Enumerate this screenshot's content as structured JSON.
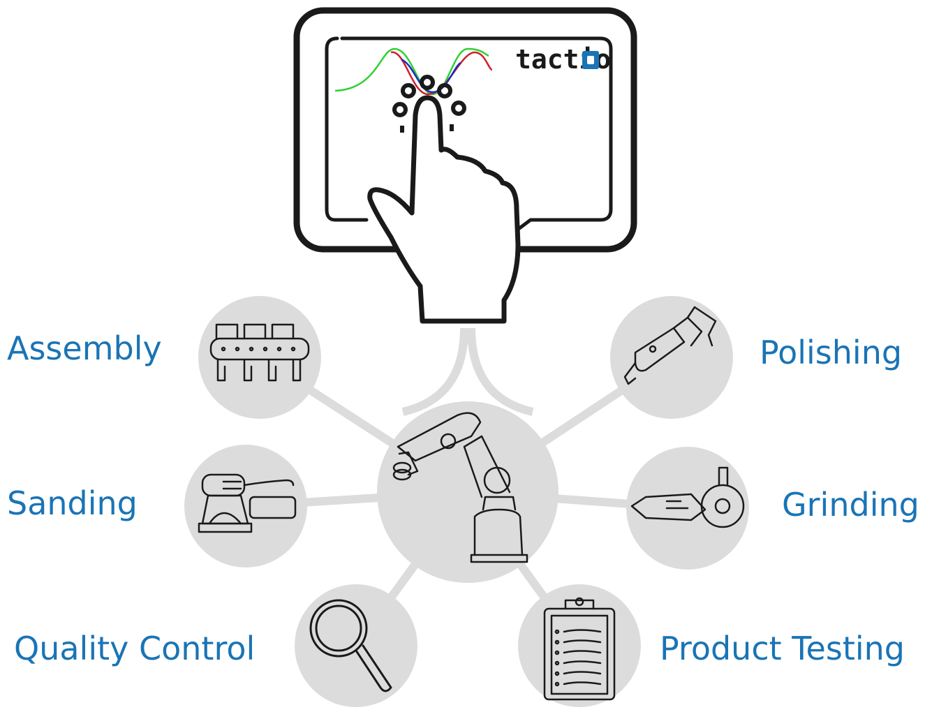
{
  "logo": {
    "text": "tactio",
    "accent_color": "#1a74b5"
  },
  "applications": {
    "assembly": "Assembly",
    "sanding": "Sanding",
    "quality_control": "Quality Control",
    "polishing": "Polishing",
    "grinding": "Grinding",
    "product_testing": "Product Testing"
  },
  "icons": {
    "center": "robot-arm-icon",
    "assembly": "conveyor-belt-icon",
    "sanding": "orbital-sander-icon",
    "quality_control": "magnifying-glass-icon",
    "polishing": "polishing-tool-icon",
    "grinding": "angle-grinder-icon",
    "product_testing": "clipboard-checklist-icon",
    "device": "touch-tablet-icon",
    "hand": "pointing-hand-icon"
  },
  "colors": {
    "label_blue": "#1a74b5",
    "circle_gray": "#dcdcdc",
    "connector_gray": "#dcdcdc",
    "outline": "#1a1a1a",
    "signal_red": "#d0202a",
    "signal_green": "#2fd12f",
    "signal_blue": "#1a2cc8"
  }
}
